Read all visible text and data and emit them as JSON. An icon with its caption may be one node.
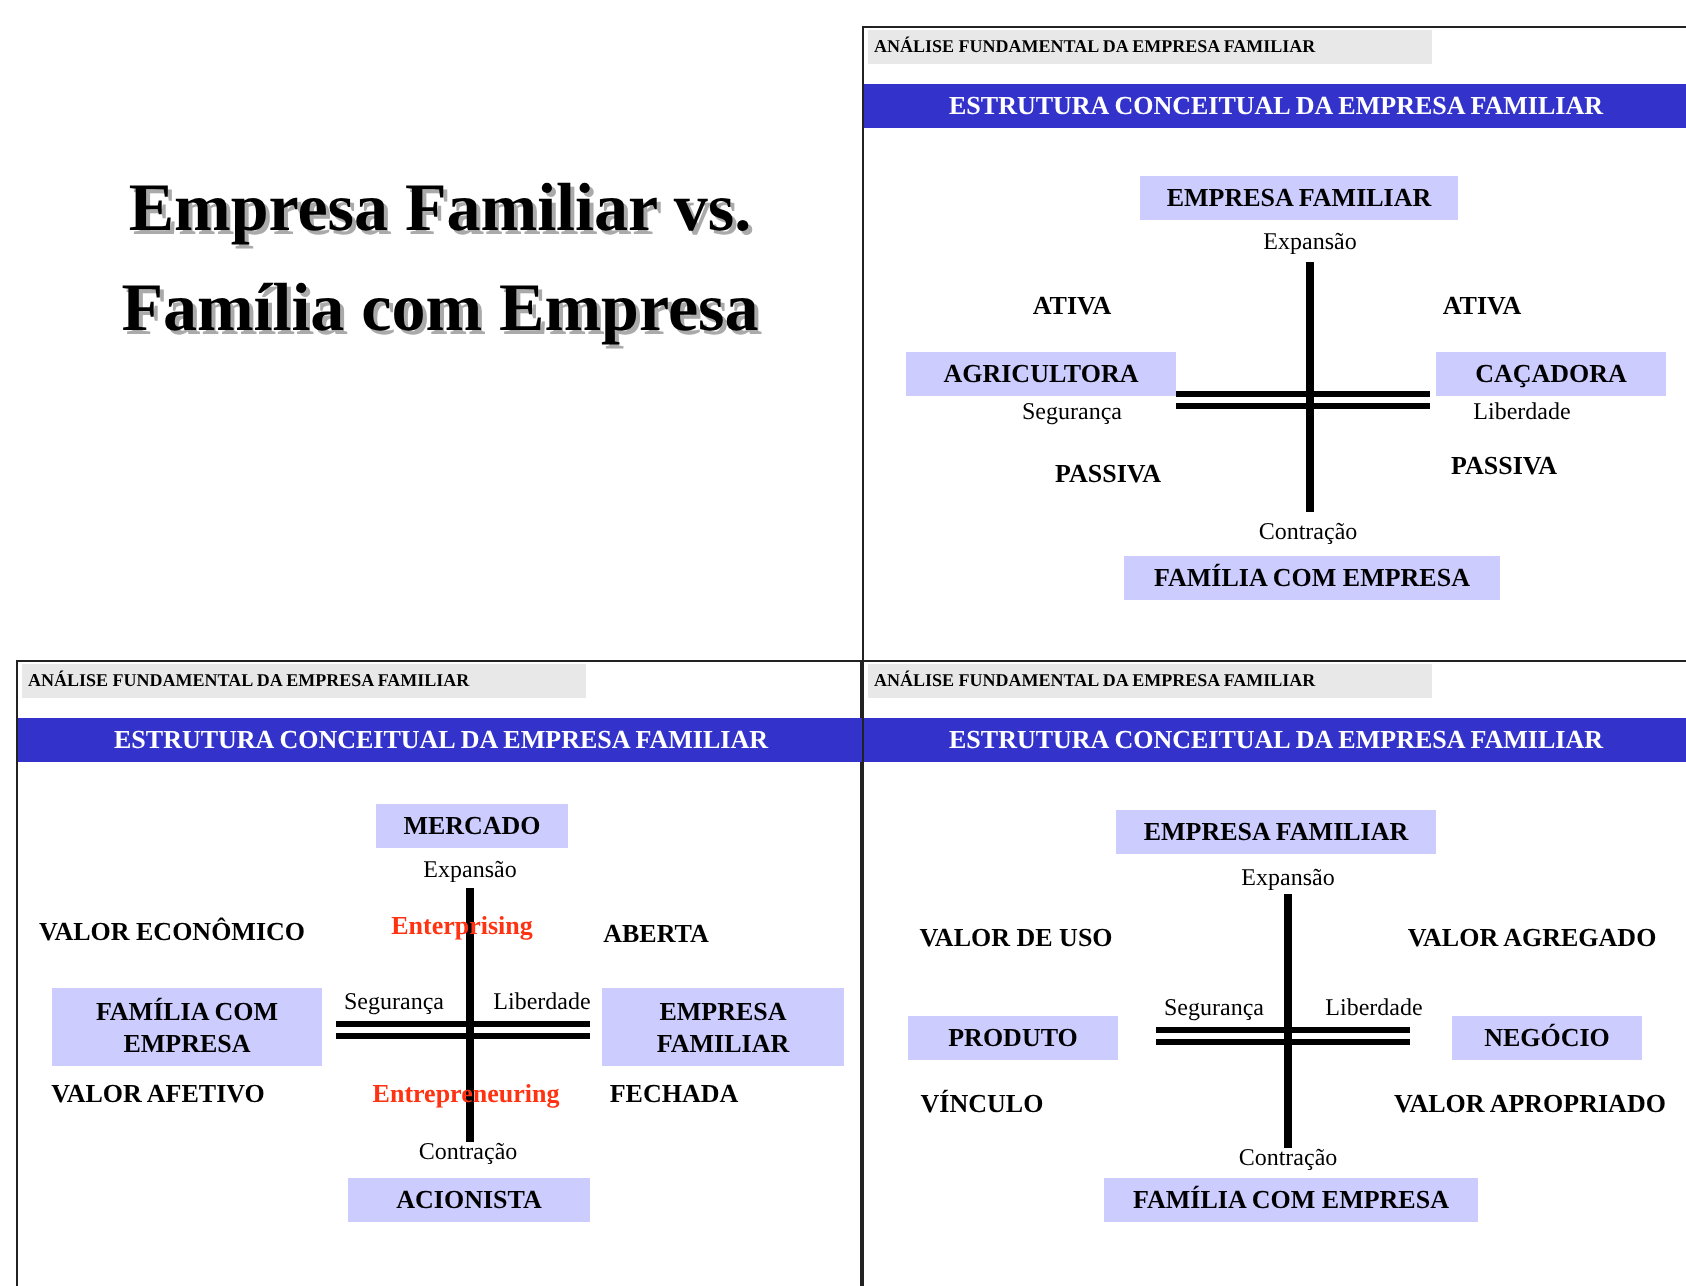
{
  "diagram": {
    "title": "Empresa Familiar vs. Família com Empresa",
    "nodes": [
      {
        "text": [
          "ANÁLISE FUNDAMENTAL DA EMPRESA FAMILIAR",
          "ESTRUTURA CONCEITUAL DA EMPRESA FAMILIAR"
        ]
      },
      {
        "text": [
          "EMPRESA FAMILIAR"
        ],
        "in": 0
      },
      {
        "text": [
          "AGRICULTORA"
        ],
        "in": 0
      },
      {
        "text": [
          "CAÇADORA"
        ],
        "in": 0
      },
      {
        "text": [
          "FAMÍLIA COM EMPRESA"
        ],
        "in": 0
      },
      {
        "text": [
          "ANÁLISE FUNDAMENTAL DA EMPRESA FAMILIAR",
          "ESTRUTURA CONCEITUAL DA EMPRESA FAMILIAR"
        ]
      },
      {
        "text": [
          "MERCADO"
        ],
        "in": 5
      },
      {
        "text": [
          "FAMÍLIA COM EMPRESA"
        ],
        "in": 5
      },
      {
        "text": [
          "EMPRESA FAMILIAR"
        ],
        "in": 5
      },
      {
        "text": [
          "ACIONISTA"
        ],
        "in": 5
      },
      {
        "text": [
          "ANÁLISE FUNDAMENTAL DA EMPRESA FAMILIAR",
          "ESTRUTURA CONCEITUAL DA EMPRESA FAMILIAR"
        ]
      },
      {
        "text": [
          "EMPRESA FAMILIAR"
        ],
        "in": 10
      },
      {
        "text": [
          "PRODUTO"
        ],
        "in": 10
      },
      {
        "text": [
          "NEGÓCIO"
        ],
        "in": 10
      },
      {
        "text": [
          "FAMÍLIA COM EMPRESA"
        ],
        "in": 10
      }
    ],
    "labels": [
      "Expansão",
      "ATIVA",
      "ATIVA",
      "Segurança",
      "Liberdade",
      "PASSIVA",
      "PASSIVA",
      "Contração",
      "Expansão",
      "VALOR ECONÔMICO",
      "Enterprising",
      "ABERTA",
      "Segurança",
      "Liberdade",
      "VALOR AFETIVO",
      "Entrepreneuring",
      "FECHADA",
      "Contração",
      "Expansão",
      "VALOR DE USO",
      "VALOR AGREGADO",
      "Segurança",
      "Liberdade",
      "VÍNCULO",
      "VALOR APROPRIADO",
      "Contração"
    ]
  }
}
